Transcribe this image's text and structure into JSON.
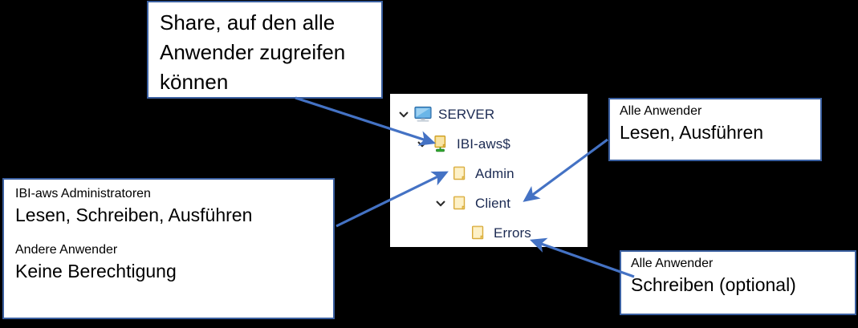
{
  "background_color": "#000000",
  "accent_color": "#4472c4",
  "box_border_color": "#3a5fa0",
  "tree": {
    "panel_background": "#ffffff",
    "label_color": "#1b2a52",
    "items": [
      {
        "label": "SERVER",
        "icon": "monitor-icon",
        "depth": 0,
        "expanded": true,
        "has_chevron": true
      },
      {
        "label": "IBI-aws$",
        "icon": "shared-folder-icon",
        "depth": 1,
        "expanded": true,
        "has_chevron": true
      },
      {
        "label": "Admin",
        "icon": "folder-icon",
        "depth": 2,
        "expanded": false,
        "has_chevron": false
      },
      {
        "label": "Client",
        "icon": "folder-icon",
        "depth": 2,
        "expanded": true,
        "has_chevron": true
      },
      {
        "label": "Errors",
        "icon": "folder-icon",
        "depth": 3,
        "expanded": false,
        "has_chevron": false
      }
    ]
  },
  "callouts": {
    "share": {
      "lines": [
        "Share, auf den alle",
        "Anwender zugreifen",
        "können"
      ]
    },
    "admins": {
      "group_1_title": "IBI-aws Administratoren",
      "group_1_rights": "Lesen, Schreiben, Ausführen",
      "group_2_title": "Andere Anwender",
      "group_2_rights": "Keine Berechtigung"
    },
    "all_users_read": {
      "title": "Alle Anwender",
      "rights": "Lesen, Ausführen"
    },
    "all_users_write": {
      "title": "Alle Anwender",
      "rights": "Schreiben (optional)"
    }
  },
  "connectors": [
    {
      "name": "share-to-ibi-aws",
      "from": "share-callout",
      "to": "tree-item-ibi-aws"
    },
    {
      "name": "admins-to-admin",
      "from": "admins-callout",
      "to": "tree-item-admin"
    },
    {
      "name": "all-users-read-to-client",
      "from": "all-users-read-callout",
      "to": "tree-item-client"
    },
    {
      "name": "all-users-write-to-errors",
      "from": "all-users-write-callout",
      "to": "tree-item-errors"
    }
  ]
}
